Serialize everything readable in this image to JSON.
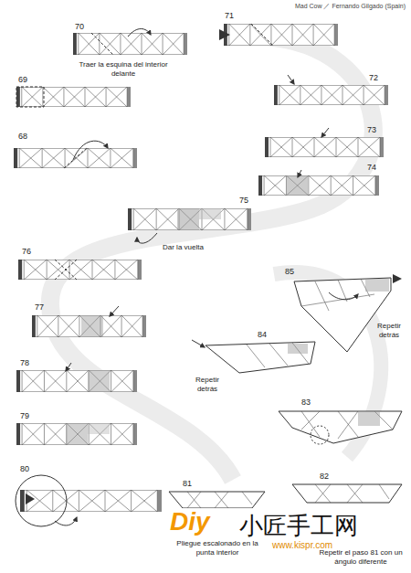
{
  "diagram": {
    "title": "Mad Cow ／ Fernando Gilgado (Spain)",
    "labels": [
      "70",
      "Traer la esquina del interior delante",
      "71",
      "69",
      "72",
      "68",
      "73",
      "74",
      "75",
      "Dar la vuelta",
      "76",
      "85",
      "Repetir detrás",
      "77",
      "84",
      "Repetir detrás",
      "83",
      "78",
      "79",
      "80",
      "81",
      "82",
      "Pliegue escalonado en la punta interior",
      "Repetir el paso 81 con un ángulo diferente",
      "Diy",
      "小匠手工网",
      "www.kispr.com"
    ]
  }
}
